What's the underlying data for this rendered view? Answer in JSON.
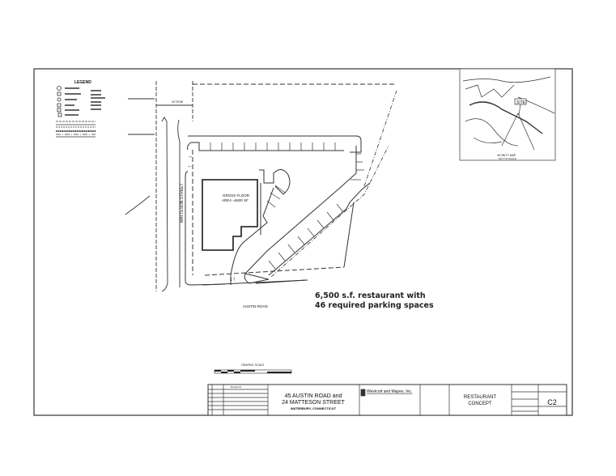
{
  "legend": {
    "title": "LEGEND"
  },
  "vicinity_map": {
    "site_label": "SITE",
    "caption": "VICINITY MAP",
    "subcaption": "NOT TO SCALE"
  },
  "plan": {
    "street_left": "MATTESON STREET",
    "street_bottom": "AUSTIN ROAD",
    "building_label_1": "GROSS FLOOR",
    "building_label_2": "AREA =6500 SF",
    "note_line_1": "6,500 s.f. restaurant with",
    "note_line_2": "46 required parking spaces"
  },
  "graphic_scale": {
    "title": "GRAPHIC SCALE"
  },
  "title_block": {
    "revisions_header": "Revisions",
    "project_title_1": "45 AUSTIN ROAD and",
    "project_title_2": "24 MATTESON STREET",
    "project_location": "WATERBURY, CONNECTICUT",
    "firm_name": "Westcott and Mapes, Inc.",
    "drawing_title_1": "RESTAURANT",
    "drawing_title_2": "CONCEPT",
    "sheet_number": "C2"
  }
}
